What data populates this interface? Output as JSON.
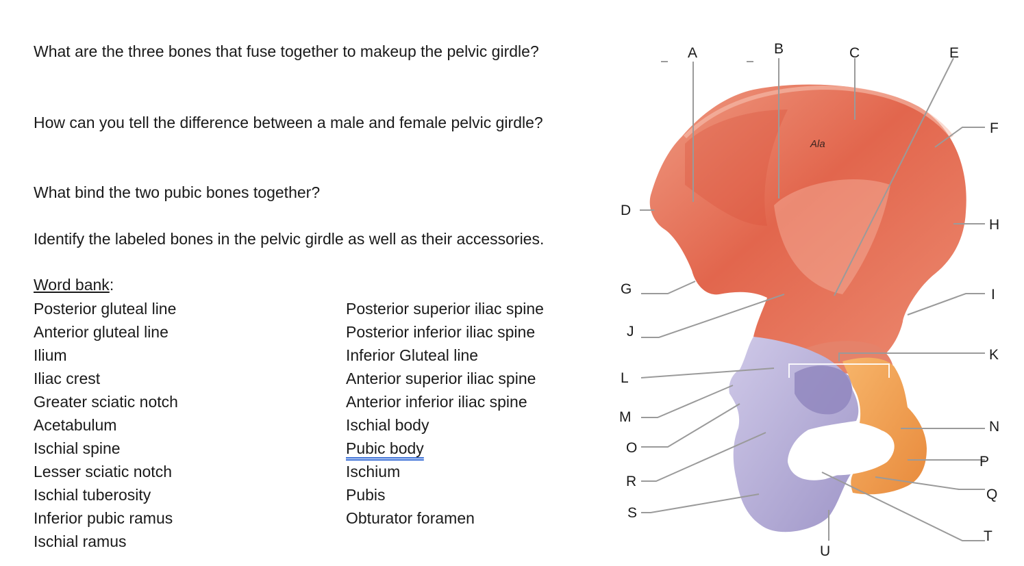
{
  "questions": [
    "What are the three bones that fuse together to makeup the pelvic girdle?",
    "How can you tell the difference between a male and female pelvic girdle?",
    "What bind the two pubic bones together?",
    "Identify the labeled bones in the pelvic girdle as well as their accessories."
  ],
  "word_bank": {
    "title": "Word bank",
    "title_suffix": ":",
    "left": [
      "Posterior gluteal line",
      "Anterior gluteal line",
      "Ilium",
      "Iliac crest",
      "Greater sciatic notch",
      "Acetabulum",
      "Ischial spine",
      "Lesser sciatic notch",
      "Ischial tuberosity",
      "Inferior pubic ramus",
      "Ischial ramus"
    ],
    "right": [
      "Posterior superior iliac spine",
      "Posterior inferior iliac spine",
      "Inferior Gluteal line",
      "Anterior superior iliac spine",
      "Anterior inferior iliac spine",
      "Ischial body",
      "Pubic body",
      "Ischium",
      "Pubis",
      "Obturator foramen"
    ]
  },
  "diagram": {
    "region_label": "Ala",
    "labels": [
      "A",
      "B",
      "C",
      "D",
      "E",
      "F",
      "G",
      "H",
      "I",
      "J",
      "K",
      "L",
      "M",
      "N",
      "O",
      "P",
      "Q",
      "R",
      "S",
      "T",
      "U"
    ],
    "colors": {
      "ilium": "#e8765e",
      "ischium": "#b4acd6",
      "pubis": "#f0a055",
      "leader": "#9a9a9a"
    }
  }
}
